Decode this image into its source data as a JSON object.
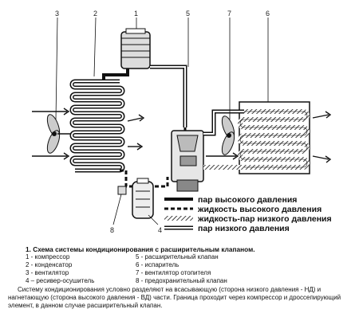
{
  "diagram": {
    "callouts": [
      "1",
      "2",
      "3",
      "4",
      "5",
      "6",
      "7",
      "8"
    ],
    "legend": [
      {
        "key": "high-pressure-vapor",
        "label": "пар высокого давления",
        "style": "solid-heavy"
      },
      {
        "key": "high-pressure-liquid",
        "label": "жидкость высокого давления",
        "style": "dashed"
      },
      {
        "key": "low-pressure-liquid-vapor",
        "label": "жидкость-пар низкого давления",
        "style": "hatched"
      },
      {
        "key": "low-pressure-vapor",
        "label": "пар низкого давления",
        "style": "double-line"
      }
    ]
  },
  "caption": {
    "title": "1. Схема системы кондиционирования с расширительным клапаном.",
    "items": [
      "1 - компрессор",
      "5 - расширительный клапан",
      "2 - конденсатор",
      "6 - испаритель",
      "3 - вентилятор",
      "7 - вентилятор отопителя",
      "4 – ресивер-осушитель",
      "8 - предохранительный клапан"
    ],
    "note": "Систему кондиционирования условно разделяют на всасывающую (сторона низкого давления - НД) и нагнетающую (сторона высокого давления - ВД) части. Граница проходит через компрессор и дроссепирующий элемент, в данном случае расширительный клапан."
  }
}
